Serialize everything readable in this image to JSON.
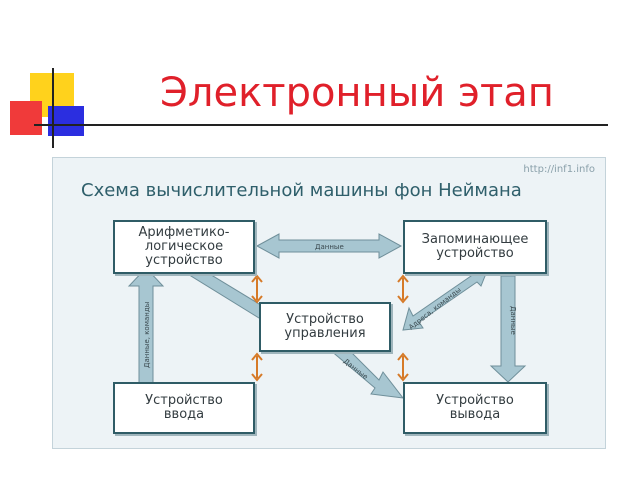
{
  "slide": {
    "title": "Электронный этап"
  },
  "figure": {
    "source_url": "http://inf1.info",
    "title": "Схема вычислительной машины фон Неймана",
    "boxes": {
      "alu": "Арифметико-\nлогическое\nустройство",
      "memory": "Запоминающее\nустройство",
      "control": "Устройство\nуправления",
      "input": "Устройство\nввода",
      "output": "Устройство\nвывода"
    },
    "arrow_labels": {
      "alu_memory": "Данные",
      "input_alu": "Данные, команды",
      "memory_control": "Адреса, команды",
      "memory_output": "Данные",
      "control_output": "Данные"
    }
  },
  "colors": {
    "title": "#e0202a",
    "data_arrow": "#a7c6d1",
    "control_link": "#d67a28",
    "box_border": "#2f5c66"
  }
}
